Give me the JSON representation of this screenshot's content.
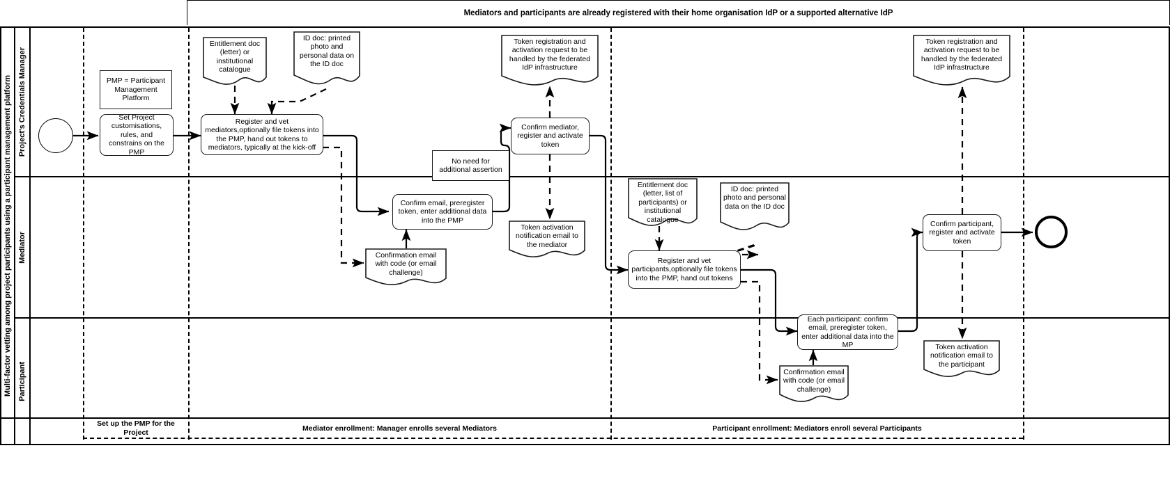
{
  "diagram": {
    "title": "Multi-factor vetting among project participants using a participant management platform",
    "top_annotation": "Mediators and participants are already registered with their home organisation IdP or a supported alternative IdP",
    "type": "bpmn-collaboration-diagram"
  },
  "lanes": [
    {
      "id": "lane-credentials-manager",
      "label": "Project's Credentials Manager"
    },
    {
      "id": "lane-mediator",
      "label": "Mediator"
    },
    {
      "id": "lane-participant",
      "label": "Participant"
    }
  ],
  "phases": [
    {
      "id": "phase-setup",
      "label": "Set up the PMP for the Project"
    },
    {
      "id": "phase-mediator-enrollment",
      "label": "Mediator enrollment: Manager enrolls several Mediators"
    },
    {
      "id": "phase-participant-enrollment",
      "label": "Participant enrollment: Mediators enroll several Participants"
    }
  ],
  "events": [
    {
      "id": "start-event",
      "kind": "start",
      "label": ""
    },
    {
      "id": "end-event",
      "kind": "end",
      "label": ""
    }
  ],
  "tasks": [
    {
      "id": "task-set-project-customisations",
      "label": "Set Project customisations, rules, and constrains on the PMP",
      "lane": "lane-credentials-manager"
    },
    {
      "id": "task-register-vet-mediators",
      "label": "Register and vet mediators,optionally file tokens into the PMP, hand out tokens to mediators, typically at the kick-off",
      "lane": "lane-credentials-manager"
    },
    {
      "id": "task-confirm-mediator-register-activate",
      "label": "Confirm mediator, register and activate token",
      "lane": "lane-credentials-manager"
    },
    {
      "id": "task-mediator-confirm-email",
      "label": "Confirm email, preregister token, enter additional data into the PMP",
      "lane": "lane-mediator"
    },
    {
      "id": "task-register-vet-participants",
      "label": "Register and vet participants,optionally file tokens into the PMP, hand out tokens",
      "lane": "lane-mediator"
    },
    {
      "id": "task-confirm-participant-register-activate",
      "label": "Confirm participant, register and activate token",
      "lane": "lane-mediator"
    },
    {
      "id": "task-each-participant-confirm-email",
      "label": "Each participant: confirm email, preregister token, enter additional data into the MP",
      "lane": "lane-participant"
    }
  ],
  "notes": [
    {
      "id": "note-pmp-definition",
      "label": "PMP = Participant Management Platform"
    },
    {
      "id": "note-no-additional-assertion",
      "label": "No need for additional assertion"
    }
  ],
  "data_objects": [
    {
      "id": "doc-entitlement-mediator",
      "label": "Entitlement doc (letter) or institutional catalogue"
    },
    {
      "id": "doc-id-mediator",
      "label": "ID doc: printed photo and personal data on the ID doc"
    },
    {
      "id": "doc-token-registration-mediator",
      "label": "Token registration and activation request to be handled by the federated IdP infrastructure"
    },
    {
      "id": "doc-confirmation-email-mediator",
      "label": "Confirmation email with code (or email challenge)"
    },
    {
      "id": "doc-token-activation-mediator",
      "label": "Token activation notification email to the mediator"
    },
    {
      "id": "doc-entitlement-participant",
      "label": "Entitlement doc (letter, list of participants) or institutional catalogue"
    },
    {
      "id": "doc-id-participant",
      "label": "ID doc: printed photo and personal data on the ID doc"
    },
    {
      "id": "doc-token-registration-participant",
      "label": "Token registration and activation request to be handled by the federated IdP infrastructure"
    },
    {
      "id": "doc-confirmation-email-participant",
      "label": "Confirmation email with code (or email challenge)"
    },
    {
      "id": "doc-token-activation-participant",
      "label": "Token activation notification email to the participant"
    }
  ],
  "colors": {
    "stroke": "#000000",
    "background": "#ffffff",
    "text": "#000000"
  }
}
